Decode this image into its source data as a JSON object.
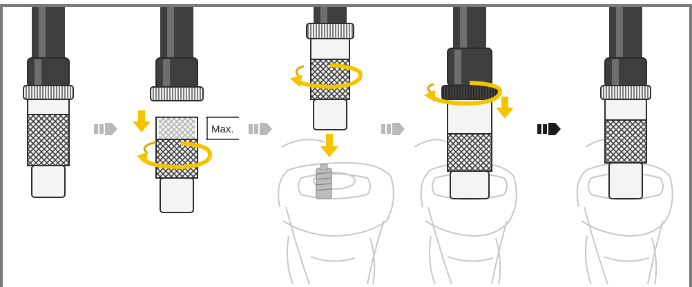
{
  "diagram": {
    "label_max": "Max.",
    "colors": {
      "frame": "#7a7a7a",
      "hose": "#3e3e3e",
      "hose_highlight": "#7c7c7c",
      "metal": "#f4f4f4",
      "metal_outline": "#2b2b2b",
      "knurl": "#3a3a3a",
      "yellow": "#f5c400",
      "yellow_dark": "#d9a900",
      "arrow_grey": "#b9b9b9",
      "arrow_dark": "#1c1c1c",
      "ghost": "#c7c7c7",
      "valve": "#bdbdbd"
    },
    "steps": [
      {
        "id": 1,
        "hose_nut": "black",
        "action": "none"
      },
      {
        "id": 2,
        "hose_nut": "black",
        "action": "push-down-and-rotate"
      },
      {
        "id": 3,
        "hose_nut": "silver",
        "action": "rotate-and-insert-onto-valve"
      },
      {
        "id": 4,
        "hose_nut": "black",
        "action": "rotate-and-push-down"
      },
      {
        "id": 5,
        "hose_nut": "black",
        "action": "connected"
      }
    ],
    "transition_arrows": [
      "grey",
      "grey",
      "grey",
      "black"
    ]
  }
}
